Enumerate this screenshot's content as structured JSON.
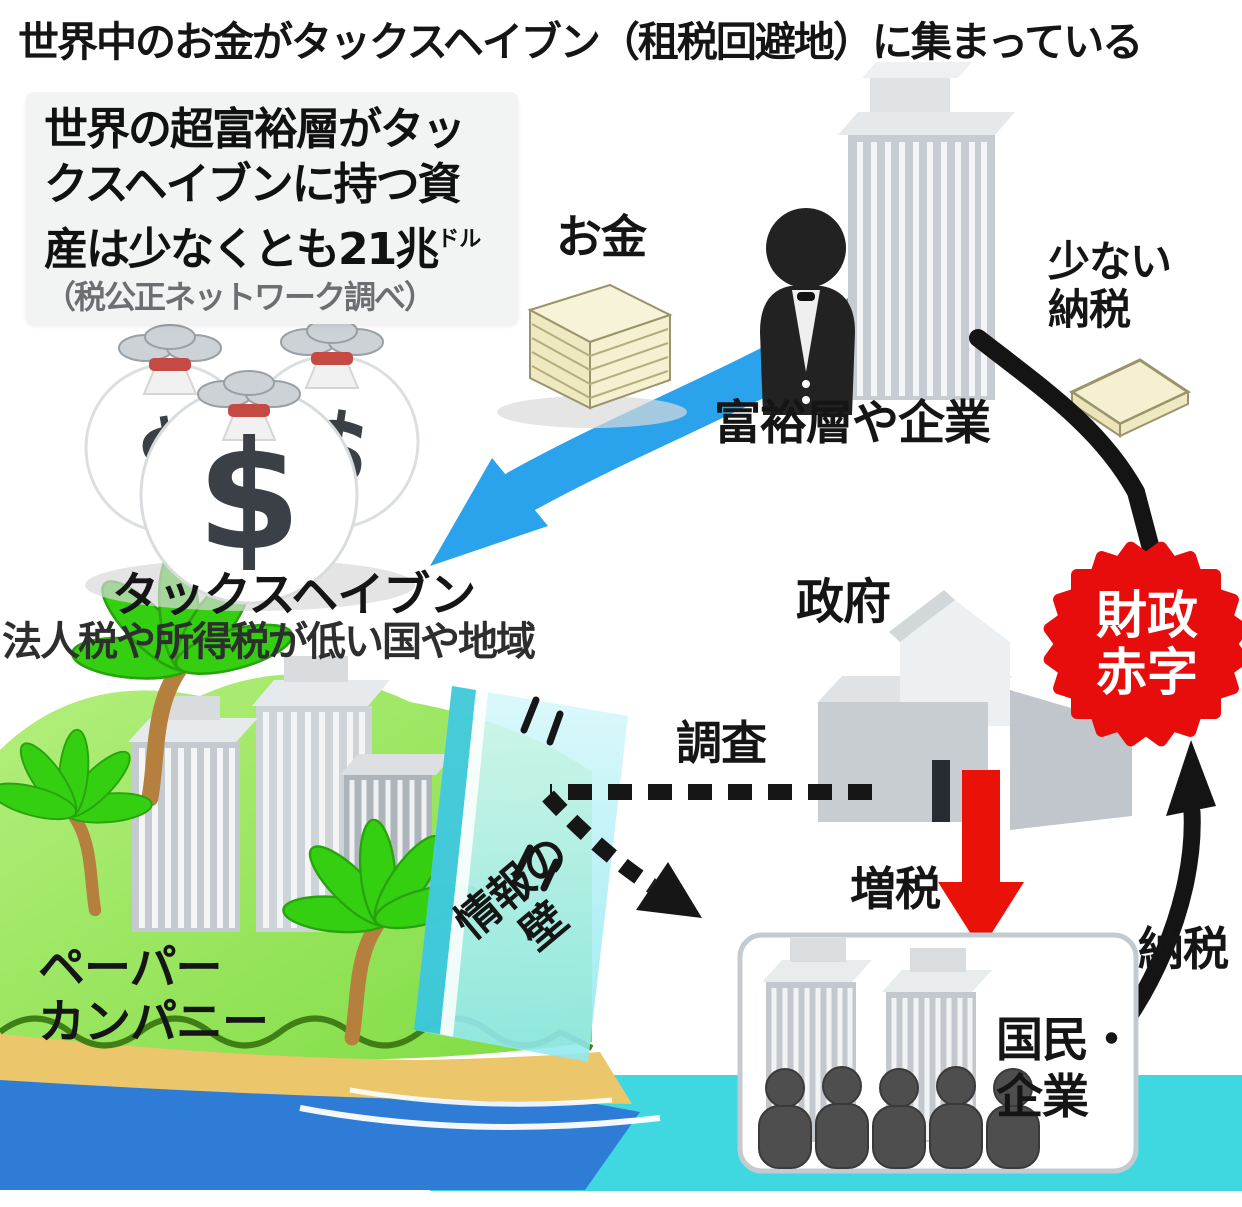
{
  "title": "世界中のお金がタックスヘイブン（租税回避地）に集まっている",
  "info_box": {
    "lines": [
      "世界の超富裕層がタッ",
      "クスヘイブンに持つ資",
      "産は少なくとも21兆"
    ],
    "unit": "ドル",
    "source": "（税公正ネットワーク調べ）"
  },
  "labels": {
    "money": "お金",
    "wealthy": "富裕層や企業",
    "low_tax_line1": "少ない",
    "low_tax_line2": "納税",
    "tax_haven": "タックスヘイブン",
    "tax_haven_sub": "法人税や所得税が低い国や地域",
    "paper_company_line1": "ペーパー",
    "paper_company_line2": "カンパニー",
    "info_wall_line1": "情報の",
    "info_wall_line2": "壁",
    "investigation": "調査",
    "government": "政府",
    "deficit_line1": "財政",
    "deficit_line2": "赤字",
    "tax_increase": "増税",
    "tax_payment": "納税",
    "citizens_line1": "国民・",
    "citizens_line2": "企業"
  },
  "symbols": {
    "dollar": "$"
  },
  "colors": {
    "money_flow_blue": "#2aa2ec",
    "deficit_red": "#e60d0c",
    "tax_increase_red": "#ea1208",
    "island_green": "#8fe05a",
    "sea_blue": "#2e7cd6",
    "lagoon_cyan": "#3fd8e1",
    "wall_cyan": "#8fe8f0",
    "arrow_black": "#141414"
  }
}
